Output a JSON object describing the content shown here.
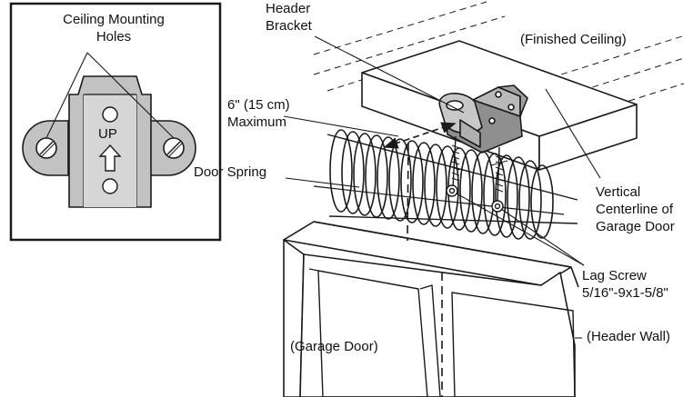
{
  "inset": {
    "title_line1": "Ceiling Mounting",
    "title_line2": "Holes",
    "bracket_marking": "UP",
    "arrow_icon": "up-arrow-icon",
    "screw_icon": "screw-head-icon"
  },
  "labels": {
    "header_bracket_line1": "Header",
    "header_bracket_line2": "Bracket",
    "finished_ceiling": "(Finished Ceiling)",
    "max_distance_line1": "6\" (15 cm)",
    "max_distance_line2": "Maximum",
    "door_spring": "Door Spring",
    "vertical_centerline_line1": "Vertical",
    "vertical_centerline_line2": "Centerline of",
    "vertical_centerline_line3": "Garage Door",
    "lag_screw_line1": "Lag Screw",
    "lag_screw_line2": "5/16\"-9x1-5/8\"",
    "header_wall": "(Header Wall)",
    "garage_door": "(Garage Door)"
  },
  "colors": {
    "line": "#1a1a1a",
    "bracket_fill": "#b9b9b9",
    "bracket_shade": "#8f8f8f",
    "background": "#ffffff"
  }
}
